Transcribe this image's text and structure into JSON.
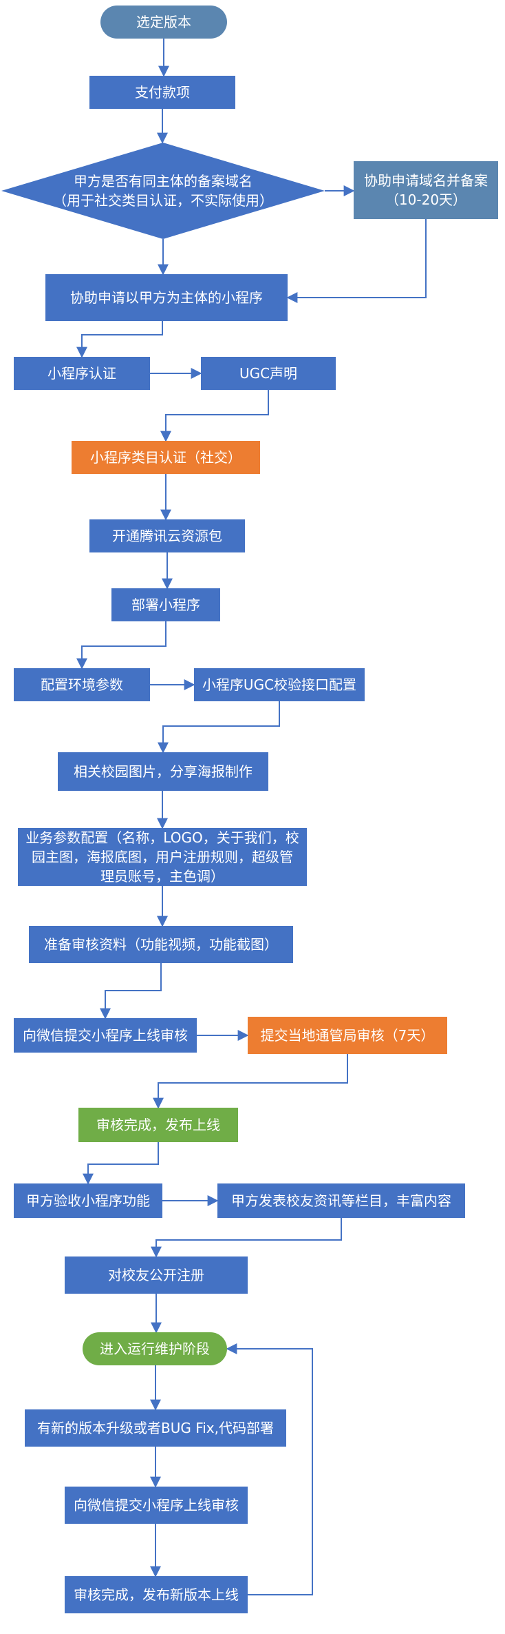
{
  "colors": {
    "blue": "#4472C4",
    "steel": "#5B86B0",
    "orange": "#ED7D31",
    "green": "#70AD47",
    "line": "#4472C4",
    "text": "#FFFFFF"
  },
  "nodes": [
    {
      "id": "n1",
      "shape": "terminator",
      "color": "steel",
      "lines": [
        "选定版本"
      ]
    },
    {
      "id": "n2",
      "shape": "process",
      "color": "blue",
      "lines": [
        "支付款项"
      ]
    },
    {
      "id": "n3",
      "shape": "decision",
      "color": "blue",
      "lines": [
        "甲方是否有同主体的备案域名",
        "（用于社交类目认证，不实际使用）"
      ]
    },
    {
      "id": "n4",
      "shape": "process",
      "color": "steel",
      "lines": [
        "协助申请域名并备案",
        "（10-20天）"
      ]
    },
    {
      "id": "n5",
      "shape": "process",
      "color": "blue",
      "lines": [
        "协助申请以甲方为主体的小程序"
      ]
    },
    {
      "id": "n6",
      "shape": "process",
      "color": "blue",
      "lines": [
        "小程序认证"
      ]
    },
    {
      "id": "n7",
      "shape": "process",
      "color": "blue",
      "lines": [
        "UGC声明"
      ]
    },
    {
      "id": "n8",
      "shape": "process",
      "color": "orange",
      "lines": [
        "小程序类目认证（社交）"
      ]
    },
    {
      "id": "n9",
      "shape": "process",
      "color": "blue",
      "lines": [
        "开通腾讯云资源包"
      ]
    },
    {
      "id": "n10",
      "shape": "process",
      "color": "blue",
      "lines": [
        "部署小程序"
      ]
    },
    {
      "id": "n11",
      "shape": "process",
      "color": "blue",
      "lines": [
        "配置环境参数"
      ]
    },
    {
      "id": "n12",
      "shape": "process",
      "color": "blue",
      "lines": [
        "小程序UGC校验接口配置"
      ]
    },
    {
      "id": "n13",
      "shape": "process",
      "color": "blue",
      "lines": [
        "相关校园图片，分享海报制作"
      ]
    },
    {
      "id": "n14",
      "shape": "process",
      "color": "blue",
      "lines": [
        "业务参数配置（名称，LOGO，关于我们，校",
        "园主图，海报底图，用户注册规则，超级管",
        "理员账号，主色调）"
      ]
    },
    {
      "id": "n15",
      "shape": "process",
      "color": "blue",
      "lines": [
        "准备审核资料（功能视频，功能截图）"
      ]
    },
    {
      "id": "n16",
      "shape": "process",
      "color": "blue",
      "lines": [
        "向微信提交小程序上线审核"
      ]
    },
    {
      "id": "n17",
      "shape": "process",
      "color": "orange",
      "lines": [
        "提交当地通管局审核（7天）"
      ]
    },
    {
      "id": "n18",
      "shape": "process",
      "color": "green",
      "lines": [
        "审核完成，发布上线"
      ]
    },
    {
      "id": "n19",
      "shape": "process",
      "color": "blue",
      "lines": [
        "甲方验收小程序功能"
      ]
    },
    {
      "id": "n20",
      "shape": "process",
      "color": "blue",
      "lines": [
        "甲方发表校友资讯等栏目，丰富内容"
      ]
    },
    {
      "id": "n21",
      "shape": "process",
      "color": "blue",
      "lines": [
        "对校友公开注册"
      ]
    },
    {
      "id": "n22",
      "shape": "terminator",
      "color": "green",
      "lines": [
        "进入运行维护阶段"
      ]
    },
    {
      "id": "n23",
      "shape": "process",
      "color": "blue",
      "lines": [
        "有新的版本升级或者BUG Fix,代码部署"
      ]
    },
    {
      "id": "n24",
      "shape": "process",
      "color": "blue",
      "lines": [
        "向微信提交小程序上线审核"
      ]
    },
    {
      "id": "n25",
      "shape": "process",
      "color": "blue",
      "lines": [
        "审核完成，发布新版本上线"
      ]
    }
  ],
  "edges": [
    {
      "from": "n1",
      "to": "n2"
    },
    {
      "from": "n2",
      "to": "n3"
    },
    {
      "from": "n3",
      "to": "n4"
    },
    {
      "from": "n3",
      "to": "n5"
    },
    {
      "from": "n4",
      "to": "n5"
    },
    {
      "from": "n5",
      "to": "n6"
    },
    {
      "from": "n6",
      "to": "n7"
    },
    {
      "from": "n7",
      "to": "n8"
    },
    {
      "from": "n8",
      "to": "n9"
    },
    {
      "from": "n9",
      "to": "n10"
    },
    {
      "from": "n10",
      "to": "n11"
    },
    {
      "from": "n11",
      "to": "n12"
    },
    {
      "from": "n12",
      "to": "n13"
    },
    {
      "from": "n13",
      "to": "n14"
    },
    {
      "from": "n14",
      "to": "n15"
    },
    {
      "from": "n15",
      "to": "n16"
    },
    {
      "from": "n16",
      "to": "n17"
    },
    {
      "from": "n17",
      "to": "n18"
    },
    {
      "from": "n18",
      "to": "n19"
    },
    {
      "from": "n19",
      "to": "n20"
    },
    {
      "from": "n20",
      "to": "n21"
    },
    {
      "from": "n21",
      "to": "n22"
    },
    {
      "from": "n22",
      "to": "n23"
    },
    {
      "from": "n23",
      "to": "n24"
    },
    {
      "from": "n24",
      "to": "n25"
    },
    {
      "from": "n25",
      "to": "n22"
    }
  ]
}
